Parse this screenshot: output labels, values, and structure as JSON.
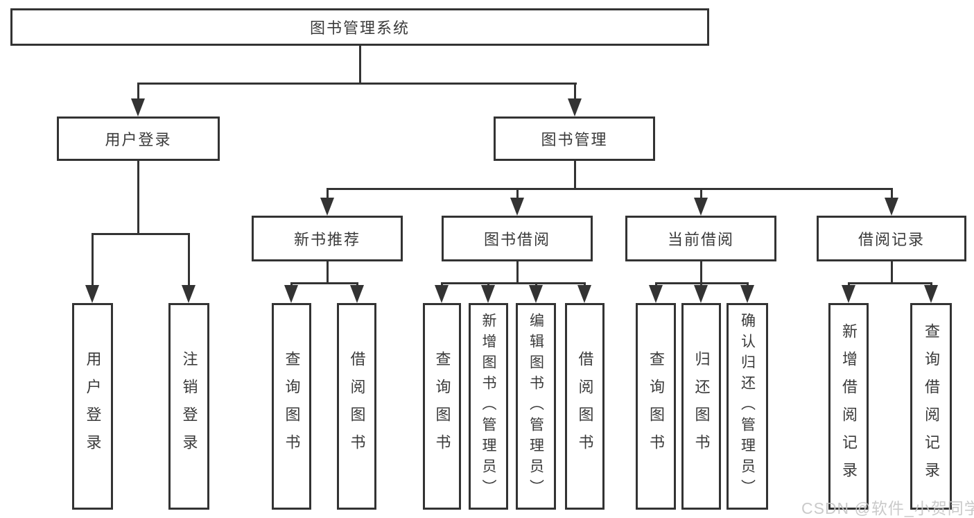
{
  "colors": {
    "line": "#333333",
    "text": "#3a3a3a",
    "background": "#ffffff",
    "watermark": "#c6c6c6"
  },
  "tree": {
    "root": "图书管理系统",
    "branches": [
      {
        "label": "用户登录",
        "children": [
          "用户登录",
          "注销登录"
        ]
      },
      {
        "label": "图书管理",
        "children": [
          {
            "label": "新书推荐",
            "children": [
              "查询图书",
              "借阅图书"
            ]
          },
          {
            "label": "图书借阅",
            "children": [
              "查询图书",
              "新增图书（管理员）",
              "编辑图书（管理员）",
              "借阅图书"
            ]
          },
          {
            "label": "当前借阅",
            "children": [
              "查询图书",
              "归还图书",
              "确认归还（管理员）"
            ]
          },
          {
            "label": "借阅记录",
            "children": [
              "新增借阅记录",
              "查询借阅记录"
            ]
          }
        ]
      }
    ]
  },
  "watermark": "CSDN @软件_小贺同学"
}
